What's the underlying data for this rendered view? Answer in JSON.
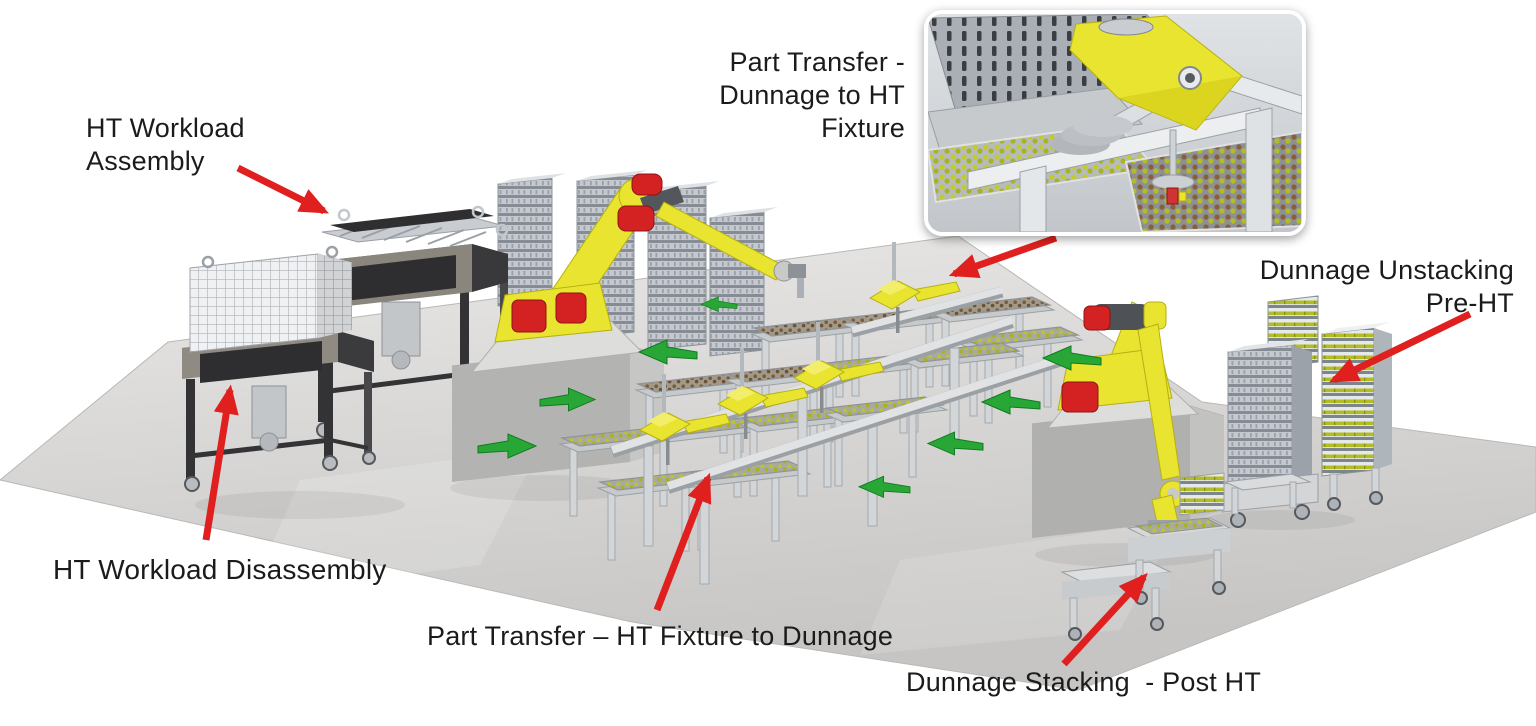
{
  "diagram": {
    "labels": {
      "ht_workload_assembly": "HT Workload\nAssembly",
      "part_transfer_dunnage_to_ht_fixture": "Part Transfer -\nDunnage to HT\nFixture",
      "dunnage_unstacking_pre_ht": "Dunnage Unstacking\nPre-HT",
      "ht_workload_disassembly": "HT Workload Disassembly",
      "part_transfer_ht_fixture_to_dunnage": "Part Transfer – HT Fixture to Dunnage",
      "dunnage_stacking_post_ht": "Dunnage Stacking  - Post HT"
    },
    "colors": {
      "annotation_arrow_red": "#e01f1f",
      "flow_arrow_green": "#28a737",
      "robot_yellow": "#e9e42f",
      "floor_gray": "#d7d6d4",
      "text": "#1b1b1b",
      "background": "#ffffff"
    },
    "icons": {
      "red_arrow": "annotation-pointer-arrow",
      "green_arrow": "material-flow-arrow"
    }
  }
}
